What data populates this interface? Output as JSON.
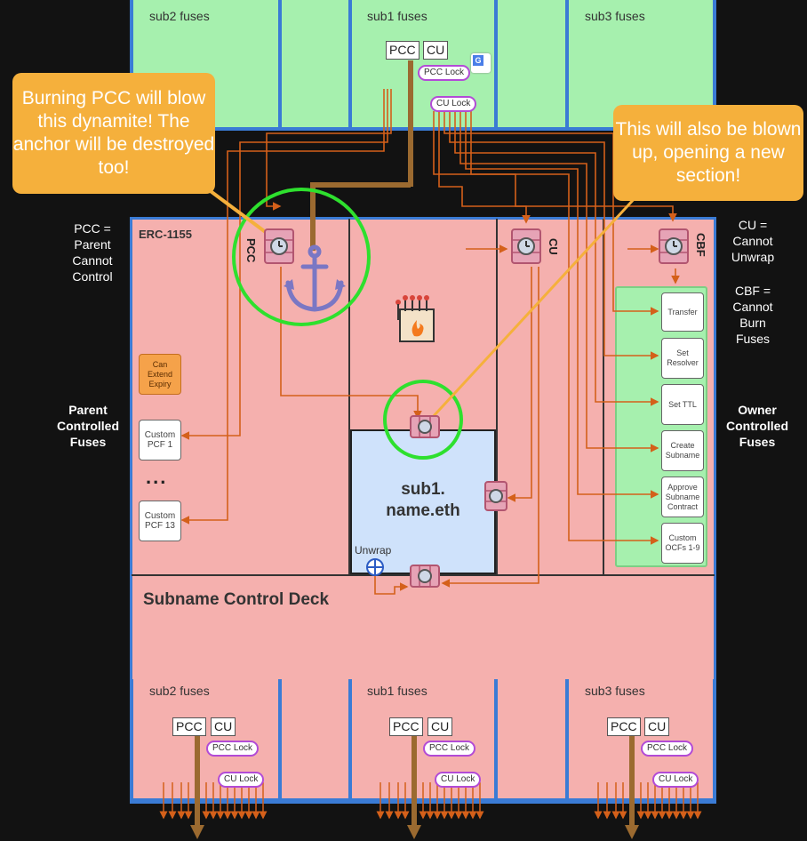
{
  "top_sections": [
    "sub2 fuses",
    "sub1 fuses",
    "sub3 fuses"
  ],
  "bottom_sections": [
    "sub2 fuses",
    "sub1 fuses",
    "sub3 fuses"
  ],
  "fuse_tags": {
    "pcc": "PCC",
    "cu": "CU"
  },
  "locks": {
    "pcc_lock": "PCC Lock",
    "cu_lock": "CU Lock"
  },
  "callouts": {
    "left": "Burning PCC will blow this dynamite! The anchor will be destroyed too!",
    "right": "This will also be blown up, opening a new section!"
  },
  "main": {
    "token_label": "ERC-1155",
    "name_line1": "sub1.",
    "name_line2": "name.eth",
    "unwrap": "Unwrap",
    "deck": "Subname Control Deck",
    "pcc_vertical": "PCC",
    "cu_vertical": "CU",
    "cbf_vertical": "CBF"
  },
  "parent_fuses": {
    "extend": "Can Extend Expiry",
    "pcf1": "Custom PCF 1",
    "dots": "...",
    "pcf13": "Custom PCF 13"
  },
  "owner_fuses": [
    "Transfer",
    "Set Resolver",
    "Set TTL",
    "Create Subname",
    "Approve Subname Contract",
    "Custom OCFs 1-9"
  ],
  "legend": {
    "pcc": "PCC = Parent Cannot Control",
    "cu": "CU = Cannot Unwrap",
    "cbf": "CBF = Cannot Burn Fuses",
    "parent_controlled": "Parent Controlled Fuses",
    "owner_controlled": "Owner Controlled Fuses"
  },
  "colors": {
    "background": "#121212",
    "green": "#a6f0ae",
    "pink": "#f5b0ae",
    "blue": "#cfe2fb",
    "border": "#3a7bd5",
    "wire": "#d4601a",
    "callout": "#f5b03c",
    "highlight": "#2ee02e"
  }
}
